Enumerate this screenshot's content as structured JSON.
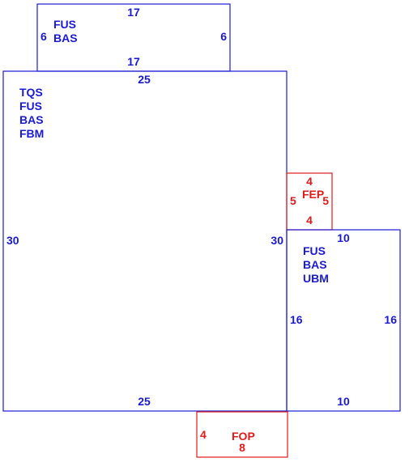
{
  "colors": {
    "main": "#1a1ad6",
    "accent": "#e01b1b",
    "background": "#ffffff"
  },
  "areas": {
    "top": {
      "codes": [
        "FUS",
        "BAS"
      ],
      "top": "17",
      "bottom": "17",
      "left": "6",
      "right": "6"
    },
    "main": {
      "codes": [
        "TQS",
        "FUS",
        "BAS",
        "FBM"
      ],
      "top": "25",
      "bottom": "25",
      "left": "30",
      "right": "30"
    },
    "fep": {
      "code": "FEP",
      "top": "4",
      "bottom": "4",
      "left": "5",
      "right": "5"
    },
    "right": {
      "codes": [
        "FUS",
        "BAS",
        "UBM"
      ],
      "top": "10",
      "bottom": "10",
      "left": "16",
      "right": "16"
    },
    "fop": {
      "code": "FOP",
      "left": "4",
      "bottom": "8"
    }
  }
}
